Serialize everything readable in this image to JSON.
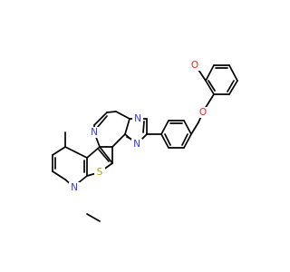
{
  "diagram": {
    "type": "chemical-structure",
    "atom_labels": {
      "n_pyrimidine": "N",
      "n_triazole_top": "N",
      "n_triazole_bottom": "N",
      "n_pyridine": "N",
      "s_thiophene": "S",
      "o_methoxy": "O",
      "o_ether": "O"
    },
    "colors": {
      "bond": "#000000",
      "nitrogen": "#3333ff",
      "sulfur": "#b3a000",
      "oxygen": "#ff2020",
      "background": "#ffffff"
    }
  }
}
